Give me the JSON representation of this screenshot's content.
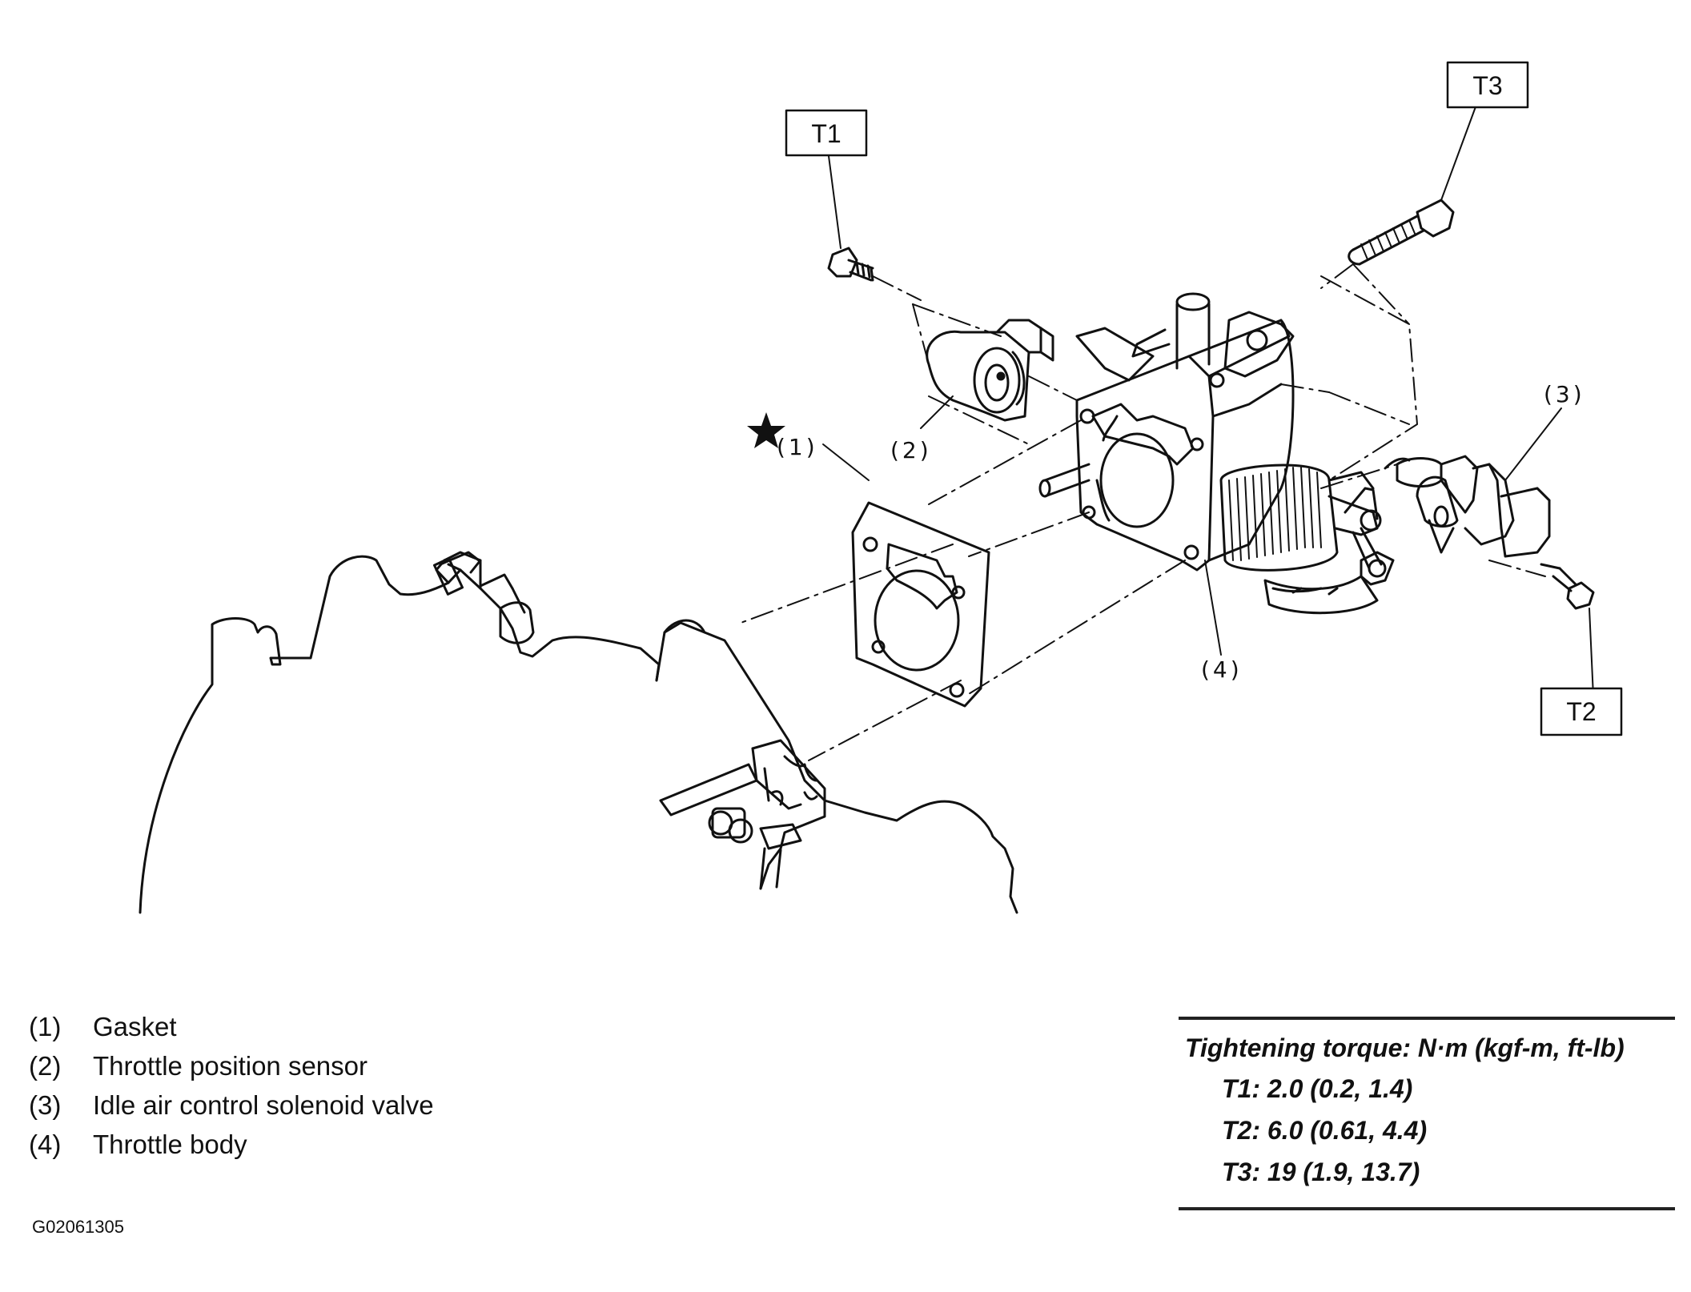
{
  "callouts": {
    "gasket": "(1)",
    "tps": "(2)",
    "iacv": "(3)",
    "throttle_body": "(4)"
  },
  "torque_tags": {
    "t1": "T1",
    "t2": "T2",
    "t3": "T3"
  },
  "legend": [
    {
      "num": "(1)",
      "label": "Gasket"
    },
    {
      "num": "(2)",
      "label": "Throttle position sensor"
    },
    {
      "num": "(3)",
      "label": "Idle air control solenoid valve"
    },
    {
      "num": "(4)",
      "label": "Throttle body"
    }
  ],
  "torque_spec": {
    "title": "Tightening torque: N·m (kgf-m, ft-lb)",
    "items": [
      "T1: 2.0 (0.2, 1.4)",
      "T2: 6.0 (0.61, 4.4)",
      "T3: 19 (1.9, 13.7)"
    ]
  },
  "figure_code": "G02061305"
}
